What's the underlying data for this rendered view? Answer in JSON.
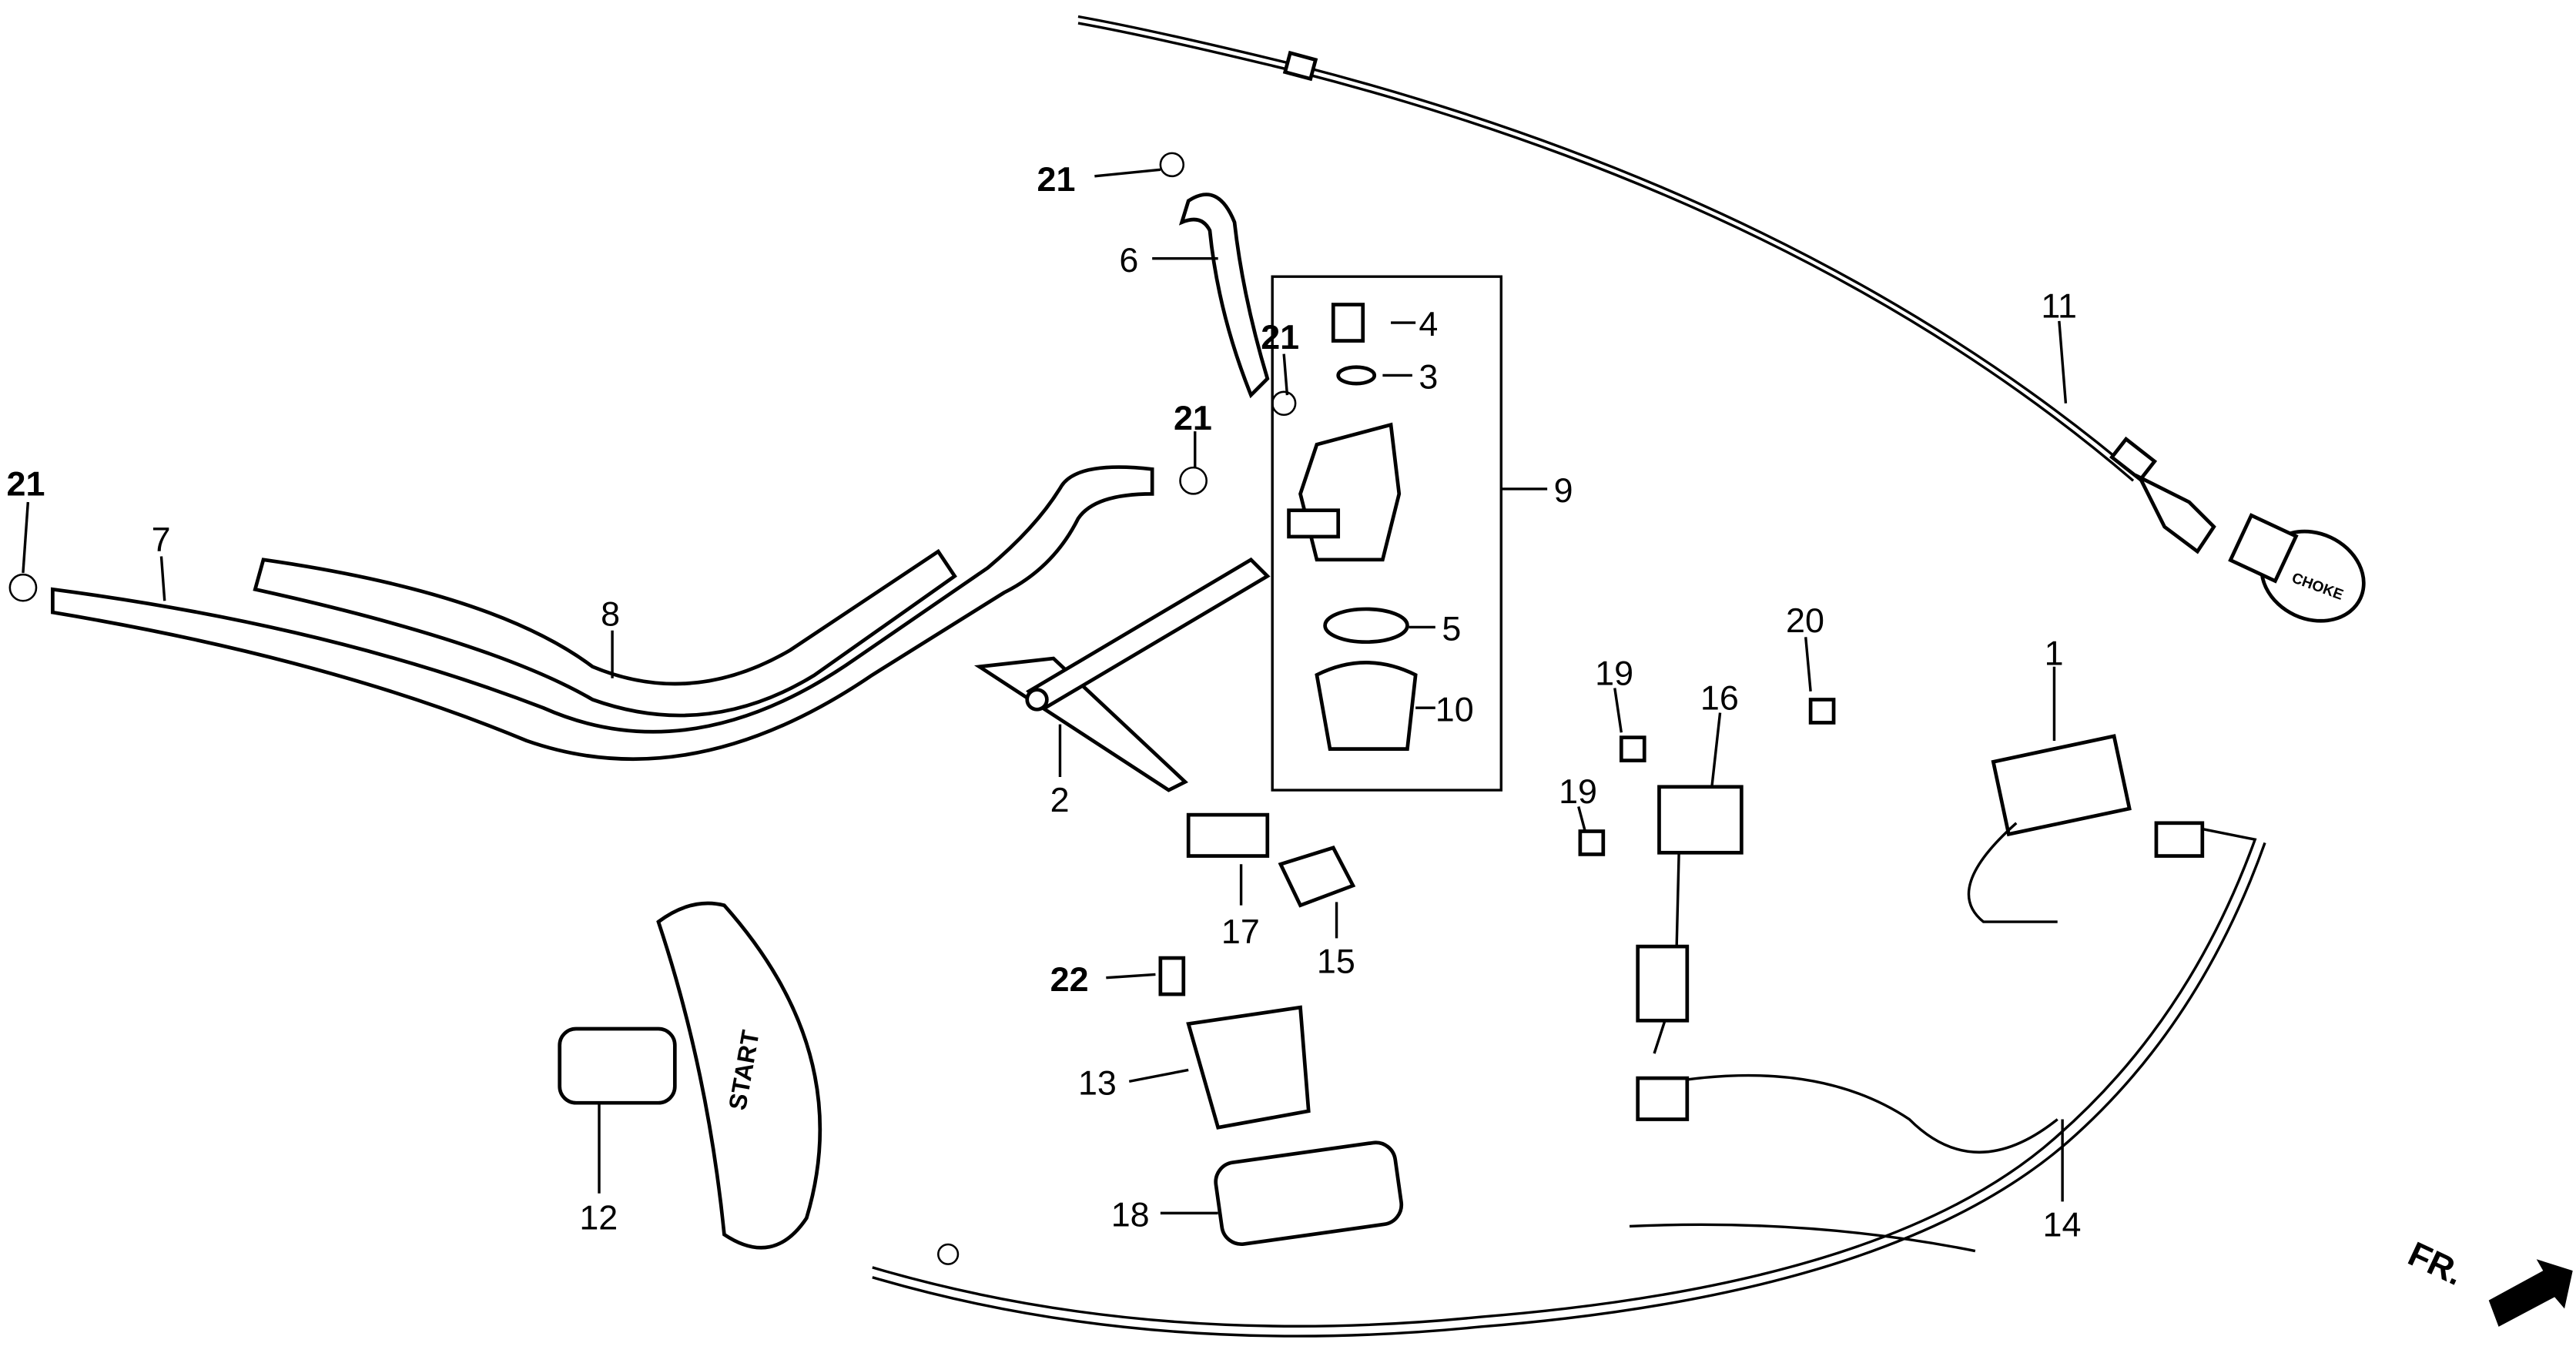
{
  "diagram": {
    "callouts": [
      {
        "id": "c21a",
        "text": "21",
        "bold": true
      },
      {
        "id": "c6",
        "text": "6"
      },
      {
        "id": "c4",
        "text": "4"
      },
      {
        "id": "c3",
        "text": "3"
      },
      {
        "id": "c21b",
        "text": "21",
        "bold": true
      },
      {
        "id": "c21c",
        "text": "21",
        "bold": true
      },
      {
        "id": "c21d",
        "text": "21",
        "bold": true
      },
      {
        "id": "c7",
        "text": "7"
      },
      {
        "id": "c8",
        "text": "8"
      },
      {
        "id": "c9",
        "text": "9"
      },
      {
        "id": "c5",
        "text": "5"
      },
      {
        "id": "c10",
        "text": "10"
      },
      {
        "id": "c2",
        "text": "2"
      },
      {
        "id": "c11",
        "text": "11"
      },
      {
        "id": "c20",
        "text": "20"
      },
      {
        "id": "c19a",
        "text": "19"
      },
      {
        "id": "c19b",
        "text": "19"
      },
      {
        "id": "c16",
        "text": "16"
      },
      {
        "id": "c1",
        "text": "1"
      },
      {
        "id": "c17",
        "text": "17"
      },
      {
        "id": "c15",
        "text": "15"
      },
      {
        "id": "c22",
        "text": "22",
        "bold": true
      },
      {
        "id": "c13",
        "text": "13"
      },
      {
        "id": "c12",
        "text": "12"
      },
      {
        "id": "c18",
        "text": "18"
      },
      {
        "id": "c14",
        "text": "14"
      }
    ],
    "direction_label": "FR.",
    "start_handle_text": "START",
    "choke_knob_text": "CHOKE"
  }
}
